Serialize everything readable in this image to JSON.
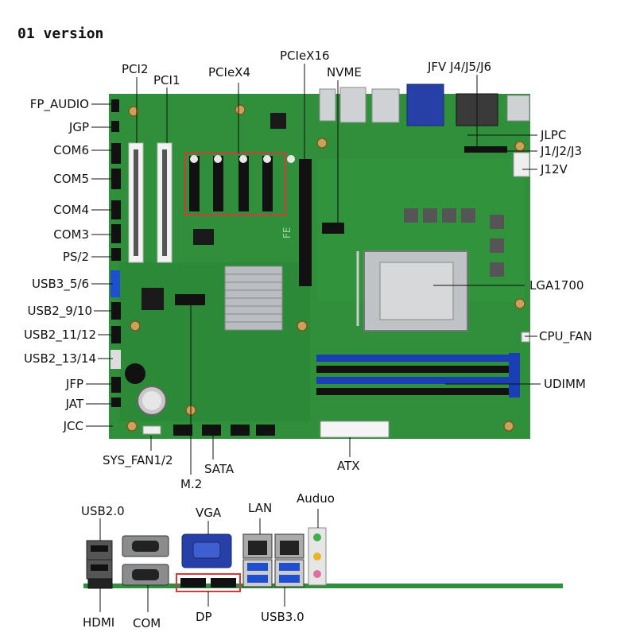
{
  "heading": "01 version",
  "board_labels": {
    "pci2": "PCI2",
    "pci1": "PCI1",
    "pciex4": "PCIeX4",
    "pciex16": "PCIeX16",
    "nvme": "NVME",
    "jfv": "JFV J4/J5/J6",
    "fp_audio": "FP_AUDIO",
    "jgp": "JGP",
    "com6": "COM6",
    "com5": "COM5",
    "com4": "COM4",
    "com3": "COM3",
    "ps2": "PS/2",
    "usb3_56": "USB3_5/6",
    "usb2_910": "USB2_9/10",
    "usb2_1112": "USB2_11/12",
    "usb2_1314": "USB2_13/14",
    "jfp": "JFP",
    "jat": "JAT",
    "jcc": "JCC",
    "jlpc": "JLPC",
    "j123": "J1/J2/J3",
    "j12v": "J12V",
    "lga1700": "LGA1700",
    "cpu_fan": "CPU_FAN",
    "udimm": "UDIMM",
    "sys_fan": "SYS_FAN1/2",
    "sata": "SATA",
    "m2": "M.2",
    "atx": "ATX"
  },
  "io_labels": {
    "usb20": "USB2.0",
    "vga": "VGA",
    "lan": "LAN",
    "audio": "Auduo",
    "hdmi": "HDMI",
    "com": "COM",
    "dp": "DP",
    "usb30": "USB3.0"
  },
  "board_marking": "FE",
  "colors": {
    "pcb": "#2f8f3a",
    "pcb_dark": "#1f6b2a",
    "dimm": "#1a3fb5",
    "slot_black": "#111",
    "slot_white": "#f2f2f2",
    "callout": "#d8383a",
    "vga_blue": "#2740a8",
    "heatsink": "#b9bcc0"
  }
}
